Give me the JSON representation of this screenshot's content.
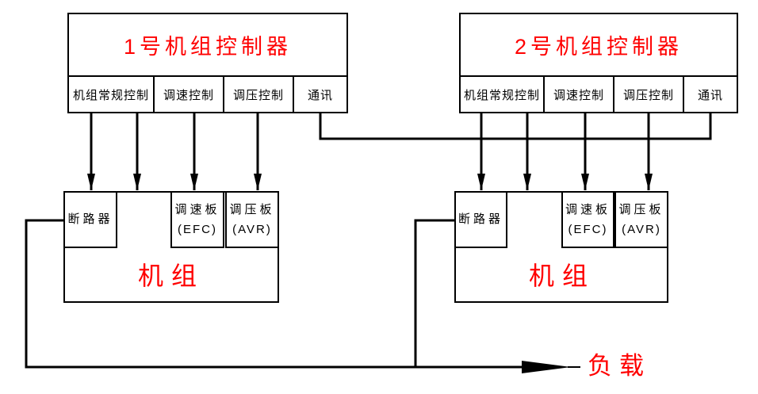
{
  "colors": {
    "accent": "#ff0000",
    "line": "#000000",
    "background": "#ffffff"
  },
  "controllers": [
    {
      "title": "1号机组控制器",
      "modules": [
        "机组常规控制",
        "调速控制",
        "调压控制",
        "通讯"
      ]
    },
    {
      "title": "2号机组控制器",
      "modules": [
        "机组常规控制",
        "调速控制",
        "调压控制",
        "通讯"
      ]
    }
  ],
  "units": [
    {
      "title": "机组",
      "breaker": "断路器",
      "governor_board": "调速板",
      "governor_abbr": "(EFC)",
      "regulator_board": "调压板",
      "regulator_abbr": "(AVR)"
    },
    {
      "title": "机组",
      "breaker": "断路器",
      "governor_board": "调速板",
      "governor_abbr": "(EFC)",
      "regulator_board": "调压板",
      "regulator_abbr": "(AVR)"
    }
  ],
  "load": {
    "label": "负载"
  },
  "connections": [
    {
      "from": "controller-1-module-general",
      "to": "unit-1-breaker",
      "type": "arrow"
    },
    {
      "from": "controller-1-module-general",
      "to": "unit-1",
      "type": "arrow"
    },
    {
      "from": "controller-1-module-speed",
      "to": "unit-1-governor-board",
      "type": "arrow"
    },
    {
      "from": "controller-1-module-voltage",
      "to": "unit-1-regulator-board",
      "type": "arrow"
    },
    {
      "from": "controller-2-module-general",
      "to": "unit-2-breaker",
      "type": "arrow"
    },
    {
      "from": "controller-2-module-general",
      "to": "unit-2",
      "type": "arrow"
    },
    {
      "from": "controller-2-module-speed",
      "to": "unit-2-governor-board",
      "type": "arrow"
    },
    {
      "from": "controller-2-module-voltage",
      "to": "unit-2-regulator-board",
      "type": "arrow"
    },
    {
      "from": "controller-1-module-comm",
      "to": "controller-2-module-comm",
      "type": "line"
    },
    {
      "from": "unit-1-breaker",
      "to": "load",
      "type": "bus-arrow"
    },
    {
      "from": "unit-2-breaker",
      "to": "load",
      "type": "bus-arrow"
    }
  ]
}
